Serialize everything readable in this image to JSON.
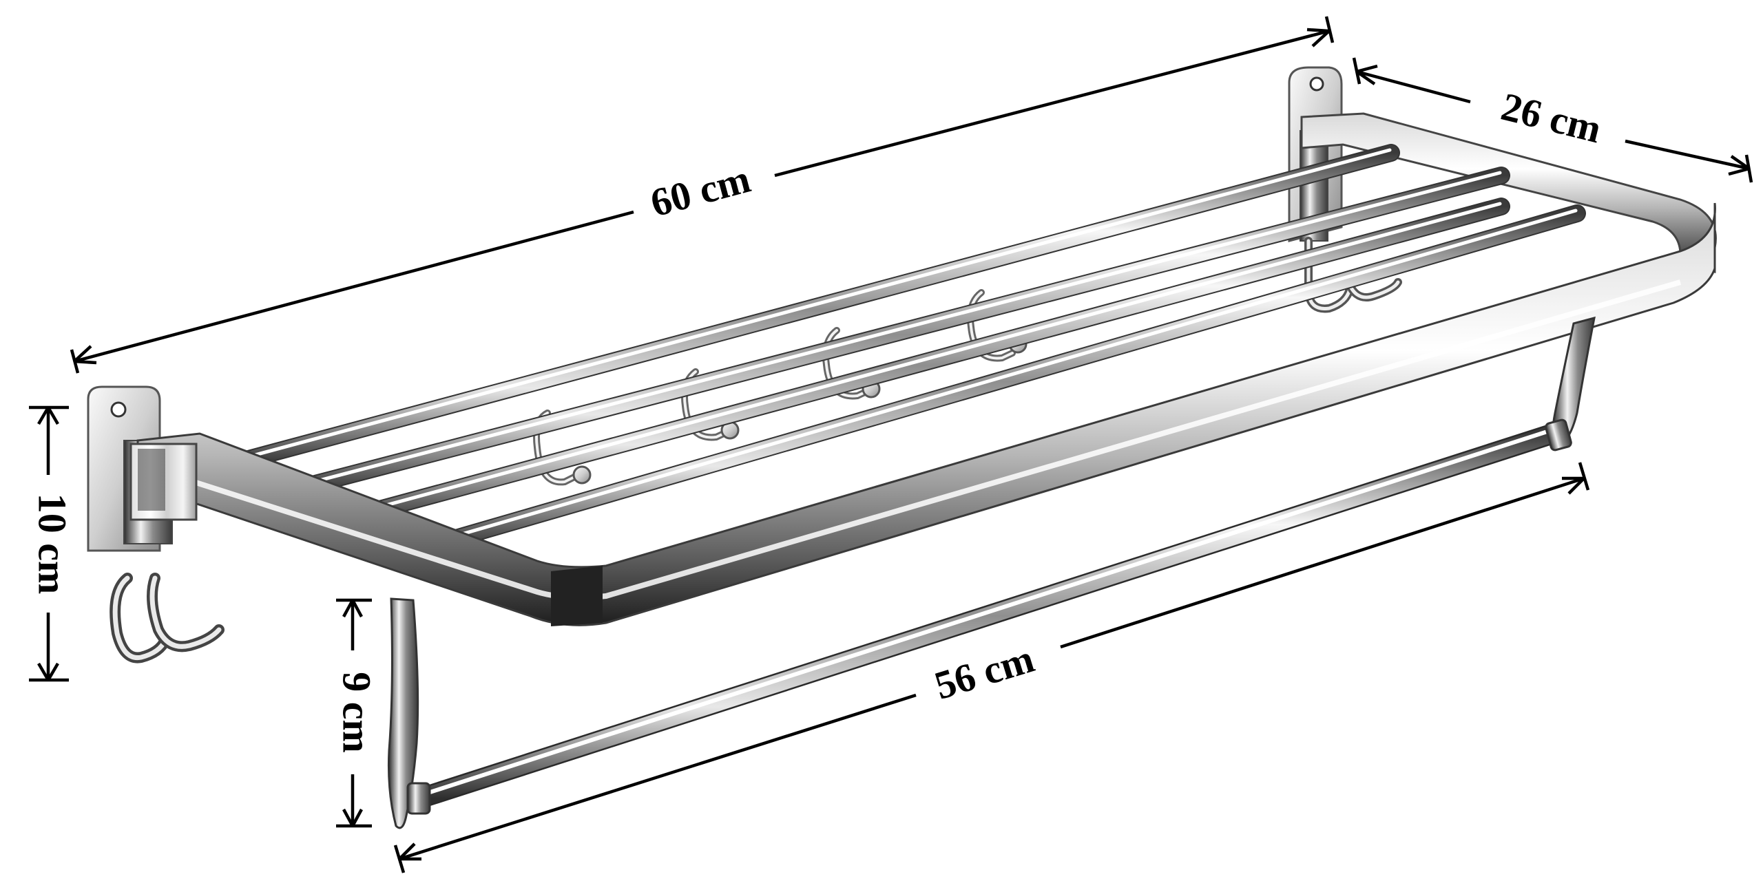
{
  "product": {
    "image_alt": "Chrome folding towel rack with shelf bars, lower towel bar and hooks"
  },
  "dimensions": {
    "length_top": "60 cm",
    "depth": "26 cm",
    "height_bracket": "10 cm",
    "drop_height": "9 cm",
    "length_bottom": "56 cm"
  },
  "colors": {
    "background": "#ffffff",
    "annotation": "#000000",
    "chrome_dark": "#2a2a2a",
    "chrome_mid": "#9a9a9a",
    "chrome_light": "#f4f4f4"
  }
}
